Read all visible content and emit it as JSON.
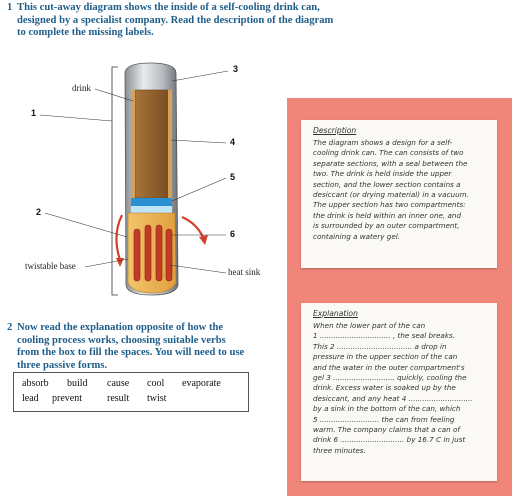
{
  "question1": {
    "number": "1",
    "text": "This cut-away diagram shows the inside of a self-cooling drink can, designed by a specialist company. Read the description of the diagram to complete the missing labels."
  },
  "diagram": {
    "labels": {
      "drink": "drink",
      "twistable_base": "twistable base",
      "heat_sink": "heat sink"
    },
    "numbers": [
      "1",
      "2",
      "3",
      "4",
      "5",
      "6"
    ]
  },
  "question2": {
    "number": "2",
    "text": "Now read the explanation opposite of how the cooling process works, choosing suitable verbs from the box to fill the spaces. You will need to use three passive forms."
  },
  "verbs": [
    "absorb",
    "build",
    "cause",
    "cool",
    "evaporate",
    "lead",
    "prevent",
    "result",
    "twist"
  ],
  "description": {
    "heading": "Description",
    "lines": [
      "The diagram shows a design for a self-",
      "cooling drink can. The can consists of two",
      "separate sections, with a seal between the",
      "two. The drink is held inside the upper",
      "section, and the lower section contains a",
      "desiccant (or drying material) in a vacuum.",
      "The upper section has two compartments:",
      "the drink is held within an inner one, and",
      "is surrounded by an outer compartment,",
      "containing a watery gel."
    ]
  },
  "explanation": {
    "heading": "Explanation",
    "lines": [
      "When the lower part of the can",
      "1 ............................... , the seal breaks.",
      "This 2 ................................. a drop in",
      "pressure in the upper section of the can",
      "and the water in the outer compartment's",
      "gel 3 ........................... quickly, cooling the",
      "drink. Excess water is soaked up by the",
      "desiccant, and any heat 4 ............................",
      "by a sink in the bottom of the can, which",
      "5 .......................... the can from feeling",
      "warm. The company claims that a can of",
      "drink 6 ............................ by 16.7 C in just",
      "three minutes."
    ]
  }
}
